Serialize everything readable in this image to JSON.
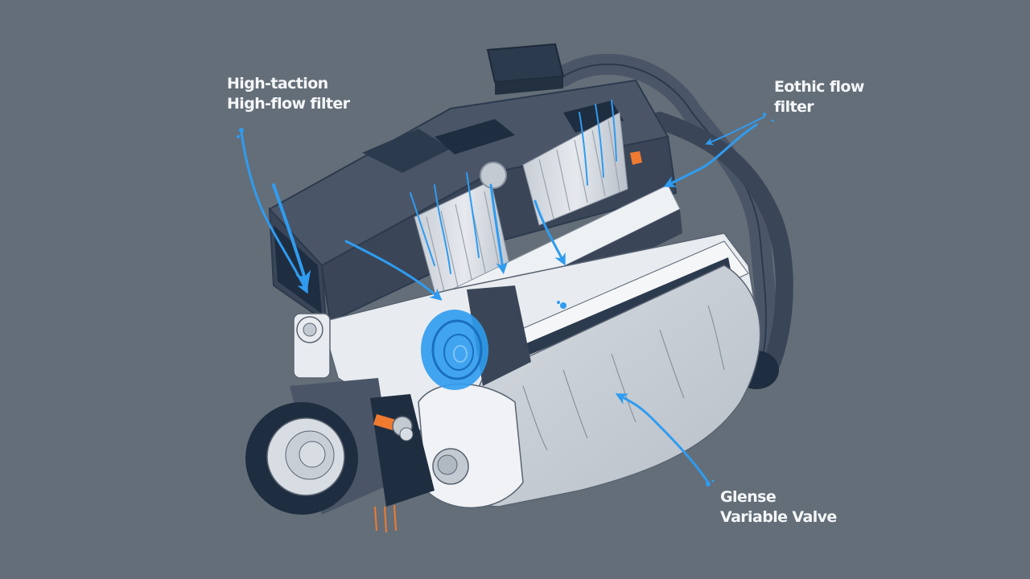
{
  "diagram": {
    "subject": "Stylized engine cutaway illustration with airflow arrows",
    "colors": {
      "background": "#646e78",
      "engine_dark": "#2c3a4e",
      "engine_mid": "#4a5668",
      "engine_light": "#e8ecf0",
      "manifold": "#c4cad2",
      "airflow": "#2f9cf0",
      "accent": "#f07a30",
      "label_text": "#f4f6f8"
    },
    "labels": [
      {
        "id": "intake",
        "lines": [
          "High-taction",
          "High-flow filter"
        ]
      },
      {
        "id": "exhaust",
        "lines": [
          "Eothic flow",
          "filter"
        ]
      },
      {
        "id": "valve",
        "lines": [
          "Glense",
          "Variable Valve"
        ]
      }
    ],
    "icons": {
      "airflow_arrow": "arrow-icon"
    }
  }
}
